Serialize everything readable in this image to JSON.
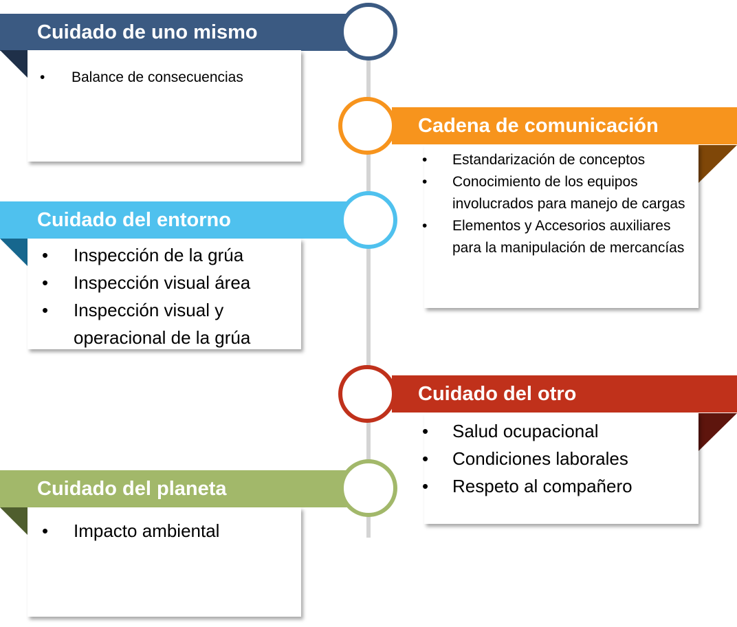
{
  "sections": [
    {
      "title": "Cuidado de uno mismo",
      "color": "#3B5A82",
      "dark": "#1F3049",
      "items": [
        "Balance de consecuencias"
      ]
    },
    {
      "title": "Cadena de comunicación",
      "color": "#F7941D",
      "dark": "#7F4708",
      "items": [
        "Estandarización de conceptos",
        "Conocimiento de los equipos involucrados  para manejo de cargas",
        "Elementos y Accesorios auxiliares para la manipulación de mercancías"
      ]
    },
    {
      "title": "Cuidado del entorno",
      "color": "#4FC1EE",
      "dark": "#17678E",
      "items": [
        "Inspección de la grúa",
        "Inspección visual área",
        "Inspección visual y operacional de la grúa"
      ]
    },
    {
      "title": "Cuidado del otro",
      "color": "#C0311B",
      "dark": "#5E150D",
      "items": [
        "Salud ocupacional",
        "Condiciones laborales",
        "Respeto al compañero"
      ]
    },
    {
      "title": "Cuidado del planeta",
      "color": "#A2B86A",
      "dark": "#4F5E2E",
      "items": [
        "Impacto ambiental"
      ]
    }
  ],
  "bullet": "•"
}
